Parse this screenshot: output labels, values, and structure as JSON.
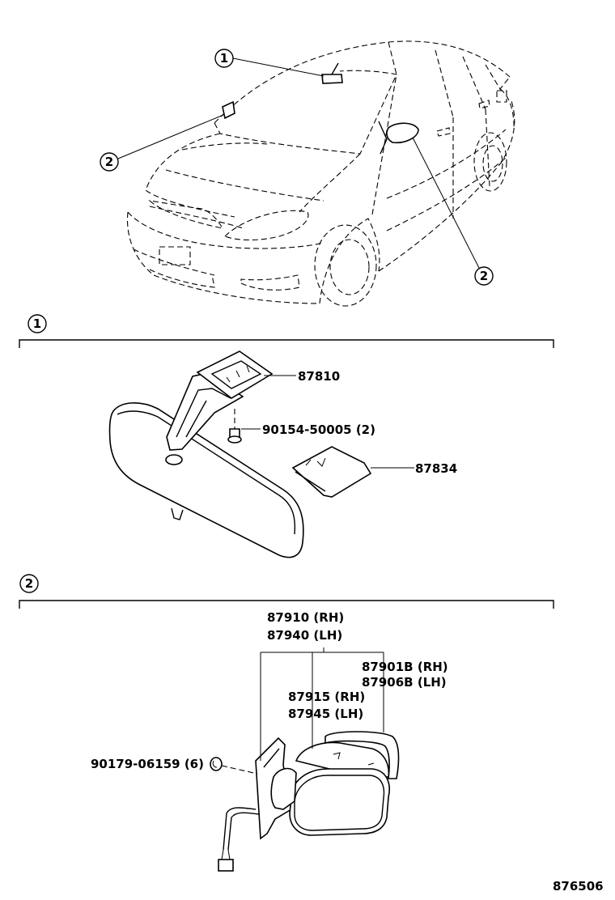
{
  "overview": {
    "callouts": [
      "1",
      "2",
      "2"
    ]
  },
  "section_1": {
    "number": "1",
    "parts": {
      "inner_mirror": "87810",
      "screw": "90154-50005 (2)",
      "cover": "87834"
    }
  },
  "section_2": {
    "number": "2",
    "parts": {
      "outer_mirror_rh": "87910 (RH)",
      "outer_mirror_lh": "87940 (LH)",
      "cover_rh": "87901B (RH)",
      "cover_lh": "87906B (LH)",
      "sub_assy_rh": "87915 (RH)",
      "sub_assy_lh": "87945 (LH)",
      "clip": "90179-06159 (6)"
    }
  },
  "illustration_number": "876506"
}
